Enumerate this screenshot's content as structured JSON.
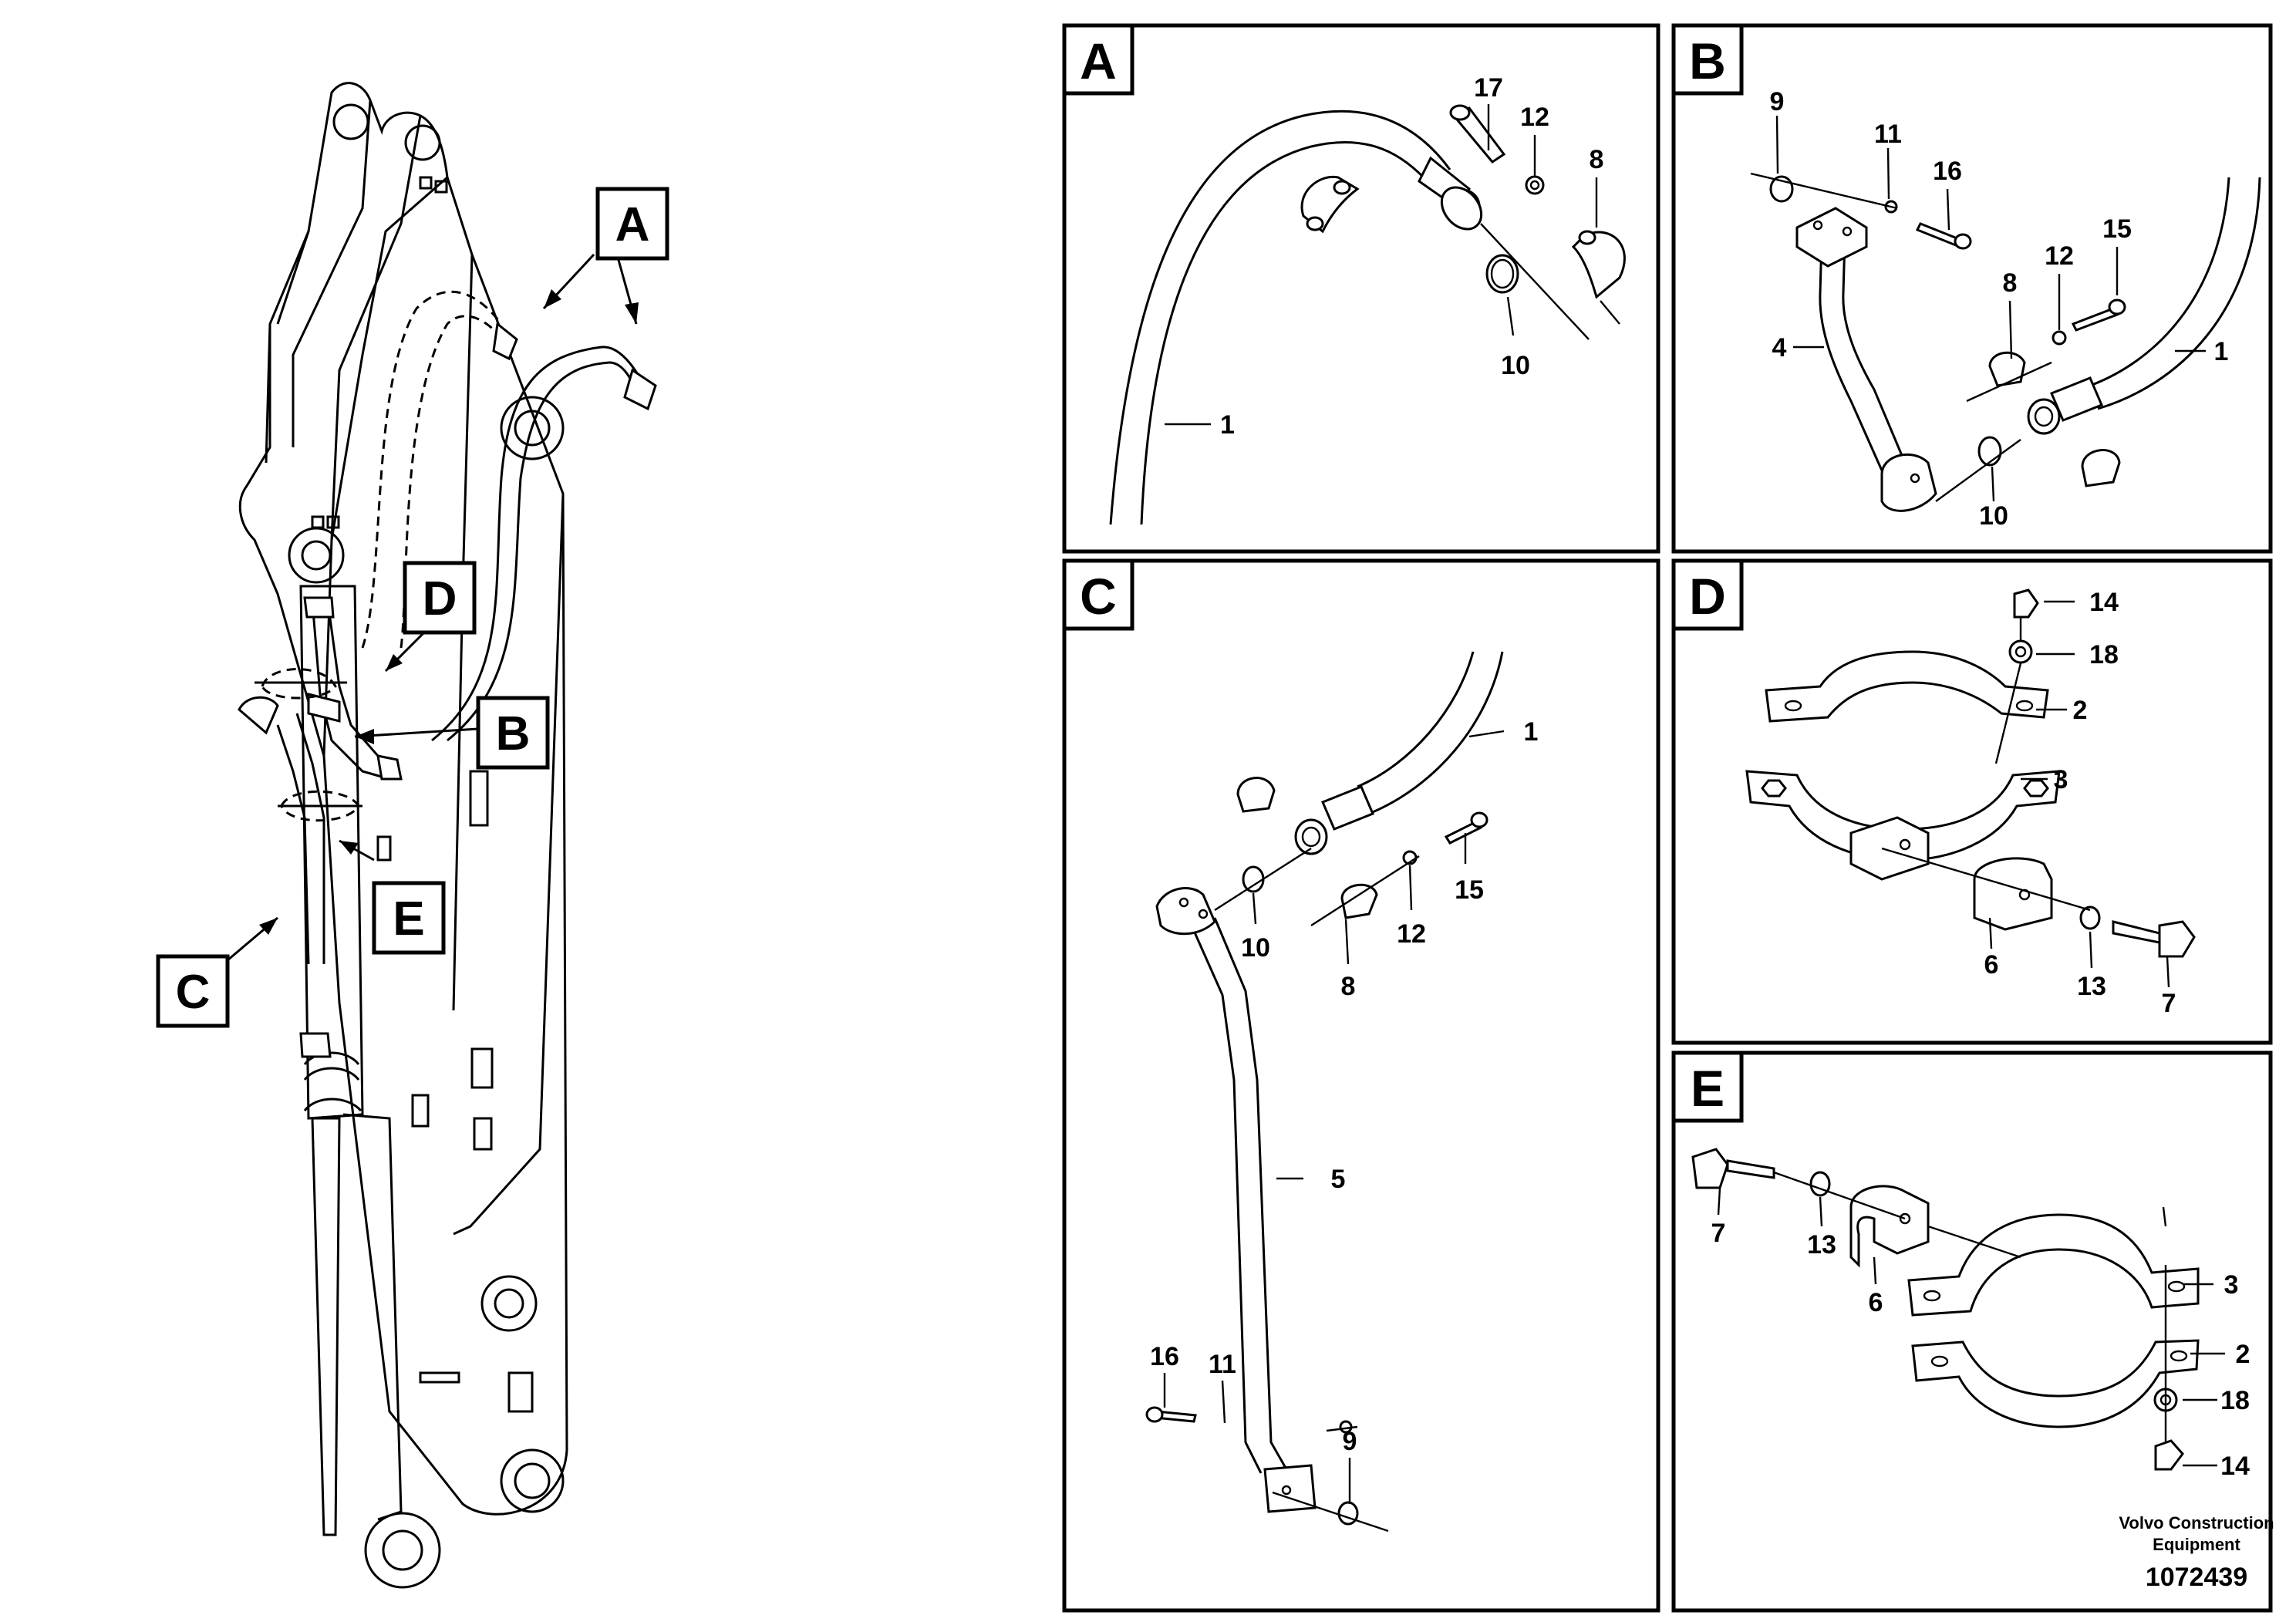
{
  "main_view": {
    "callouts": [
      "A",
      "B",
      "C",
      "D",
      "E"
    ]
  },
  "panels": {
    "A": {
      "label": "A",
      "parts": [
        "17",
        "12",
        "8",
        "10",
        "1"
      ]
    },
    "B": {
      "label": "B",
      "parts": [
        "9",
        "11",
        "16",
        "8",
        "12",
        "15",
        "4",
        "1",
        "10"
      ]
    },
    "C": {
      "label": "C",
      "parts": [
        "1",
        "15",
        "12",
        "10",
        "8",
        "5",
        "16",
        "11",
        "9"
      ]
    },
    "D": {
      "label": "D",
      "parts": [
        "14",
        "18",
        "2",
        "3",
        "6",
        "13",
        "7"
      ]
    },
    "E": {
      "label": "E",
      "parts": [
        "7",
        "13",
        "6",
        "3",
        "2",
        "18",
        "14"
      ]
    }
  },
  "footer": {
    "brand_line1": "Volvo Construction",
    "brand_line2": "Equipment",
    "doc_number": "1072439"
  }
}
